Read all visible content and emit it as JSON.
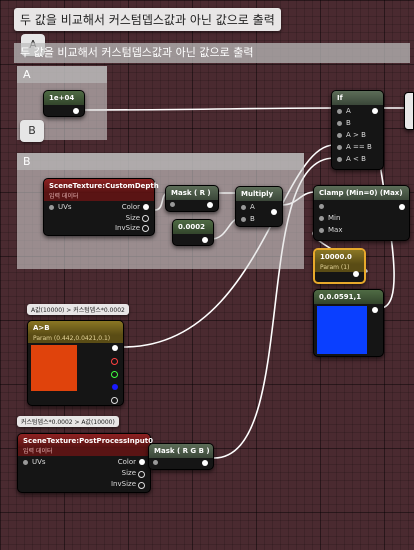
{
  "window_title": "두 값을 비교해서 커스텀뎁스값과 아닌 값으로 출력",
  "comments": {
    "main_title": "두 값을 비교해서 커스텀뎁스값과 아닌 값으로 출력",
    "a_bubble": "A",
    "a_title": "A",
    "b_bubble": "B",
    "b_title": "B"
  },
  "nodes": {
    "constant": {
      "value": "1e+04"
    },
    "custom_depth": {
      "title": "SceneTexture:CustomDepth",
      "subtitle": "입력 데이터",
      "input": "UVs",
      "outputs": [
        "Color",
        "Size",
        "InvSize"
      ]
    },
    "mask_r": {
      "title": "Mask ( R )"
    },
    "const_small": {
      "value": "0.0002"
    },
    "multiply": {
      "title": "Multiply",
      "inputs": [
        "A",
        "B"
      ]
    },
    "if_node": {
      "title": "If",
      "inputs": [
        "A",
        "B",
        "A > B",
        "A == B",
        "A < B"
      ]
    },
    "clamp": {
      "title": "Clamp (Min=0) (Max)",
      "inputs": [
        "Min",
        "Max"
      ]
    },
    "param_max": {
      "title": "10000.0",
      "subtitle": "Param (1)"
    },
    "color_blue": {
      "title": "0,0.0591,1",
      "color": "#0a3fff"
    },
    "param_axb": {
      "tooltip": "A값(10000) > 커스텀뎁스*0.0002",
      "title": "A>B",
      "subtitle": "Param (0.442,0.0421,0.1)",
      "color": "#e0430c"
    },
    "post_process": {
      "tooltip": "커스텀뎁스*0.0002 > A값(10000)",
      "title": "SceneTexture:PostProcessInput0",
      "subtitle": "입력 데이터",
      "input": "UVs",
      "outputs": [
        "Color",
        "Size",
        "InvSize"
      ]
    },
    "mask_rgb": {
      "title": "Mask ( R G B )"
    }
  },
  "colors": {
    "accent_selected": "#e8a92b",
    "wire": "#ffffff",
    "header_red": "#8e2222"
  }
}
